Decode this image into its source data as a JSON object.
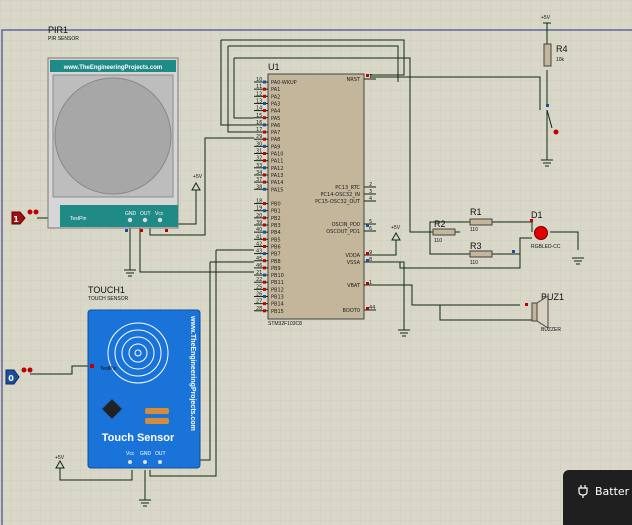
{
  "pir": {
    "ref": "PIR1",
    "sub": "PIR SENSOR",
    "site": "www.TheEngineeringProjects.com",
    "pins": [
      "TestPin",
      "GND",
      "OUT",
      "Vcc"
    ]
  },
  "touch": {
    "ref": "TOUCH1",
    "sub": "TOUCH SENSOR",
    "site": "www.TheEngineeringProjects.com",
    "title": "Touch Sensor",
    "pins": [
      "Vcc",
      "GND",
      "OUT"
    ],
    "testpin": "TestPin"
  },
  "logic": {
    "pir": "1",
    "touch": "0"
  },
  "mcu": {
    "ref": "U1",
    "part": "STM32F103C8",
    "left_pins": [
      {
        "num": "10",
        "name": "PA0-WKUP"
      },
      {
        "num": "11",
        "name": "PA1"
      },
      {
        "num": "12",
        "name": "PA2"
      },
      {
        "num": "13",
        "name": "PA3"
      },
      {
        "num": "14",
        "name": "PA4"
      },
      {
        "num": "15",
        "name": "PA5"
      },
      {
        "num": "16",
        "name": "PA6"
      },
      {
        "num": "17",
        "name": "PA7"
      },
      {
        "num": "29",
        "name": "PA8"
      },
      {
        "num": "30",
        "name": "PA9"
      },
      {
        "num": "31",
        "name": "PA10"
      },
      {
        "num": "32",
        "name": "PA11"
      },
      {
        "num": "33",
        "name": "PA12"
      },
      {
        "num": "34",
        "name": "PA13"
      },
      {
        "num": "37",
        "name": "PA14"
      },
      {
        "num": "38",
        "name": "PA15"
      },
      {
        "num": "",
        "name": ""
      },
      {
        "num": "18",
        "name": "PB0"
      },
      {
        "num": "19",
        "name": "PB1"
      },
      {
        "num": "20",
        "name": "PB2"
      },
      {
        "num": "39",
        "name": "PB3"
      },
      {
        "num": "40",
        "name": "PB4"
      },
      {
        "num": "41",
        "name": "PB5"
      },
      {
        "num": "42",
        "name": "PB6"
      },
      {
        "num": "43",
        "name": "PB7"
      },
      {
        "num": "45",
        "name": "PB8"
      },
      {
        "num": "46",
        "name": "PB9"
      },
      {
        "num": "21",
        "name": "PB10"
      },
      {
        "num": "22",
        "name": "PB11"
      },
      {
        "num": "25",
        "name": "PB12"
      },
      {
        "num": "26",
        "name": "PB13"
      },
      {
        "num": "27",
        "name": "PB14"
      },
      {
        "num": "28",
        "name": "PB15"
      }
    ],
    "right_pins": [
      {
        "num": "7",
        "name": "NRST"
      },
      {
        "num": "2",
        "name": "PC13_RTC"
      },
      {
        "num": "3",
        "name": "PC14-OSC32_IN"
      },
      {
        "num": "4",
        "name": "PC15-OSC32_OUT"
      },
      {
        "num": "5",
        "name": "OSCIN_PD0"
      },
      {
        "num": "6",
        "name": "OSCOUT_PD1"
      },
      {
        "num": "9",
        "name": "VDDA"
      },
      {
        "num": "8",
        "name": "VSSA"
      },
      {
        "num": "1",
        "name": "VBAT"
      },
      {
        "num": "44",
        "name": "BOOT0"
      }
    ]
  },
  "r4": {
    "ref": "R4",
    "value": "10k"
  },
  "r1": {
    "ref": "R1",
    "value": "110"
  },
  "r2": {
    "ref": "R2",
    "value": "110"
  },
  "r3": {
    "ref": "R3",
    "value": "110"
  },
  "d1": {
    "ref": "D1",
    "part": "RGBLED-CC"
  },
  "buz": {
    "ref": "BUZ1",
    "part": "BUZZER"
  },
  "power": {
    "plus5": "+5V"
  },
  "popup": {
    "text": "Batter"
  },
  "colors": {
    "canvas": "#d8d7c8",
    "grid": "#c4c3b3",
    "wire": "#0d2a10",
    "sensor_teal": "#1f8a86",
    "touch_blue": "#1a73d8",
    "led_red": "#e00000",
    "tag_red": "#a01010",
    "tag_blue": "#1a4fa0"
  }
}
